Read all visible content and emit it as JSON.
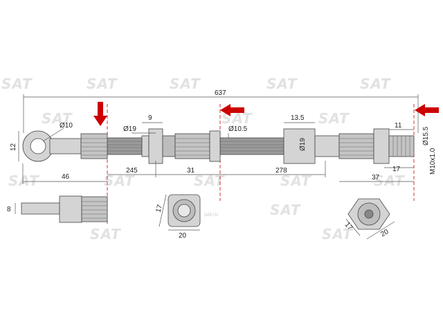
{
  "watermark": {
    "brand": "SAT",
    "site": "sat.ru"
  },
  "colors": {
    "arrow": "#cc0000",
    "hose": "#9a9a9a",
    "metal": "#d4d4d4",
    "line": "#555555"
  },
  "icons": {
    "install_arrow": "arrow-left-icon",
    "install_arrow_down": "arrow-down-icon"
  },
  "dimensions": {
    "overall_length": "637",
    "eye_width": "12",
    "eye_bore": "Ø10",
    "eye_length": "46",
    "eye_thickness": "8",
    "clip_width": "9",
    "clip_diameter": "Ø19",
    "seg_a": "245",
    "seg_b": "31",
    "hose_diameter": "Ø10.5",
    "seg_c": "278",
    "mid_width": "13.5",
    "mid_diameter": "Ø19",
    "end_width": "11",
    "end_diameter": "Ø15.5",
    "end_offset": "17",
    "end_length": "37",
    "thread": "M10x1.0",
    "mid_view_h": "17",
    "mid_view_w": "20",
    "end_view_h": "17",
    "end_view_w": "20"
  }
}
